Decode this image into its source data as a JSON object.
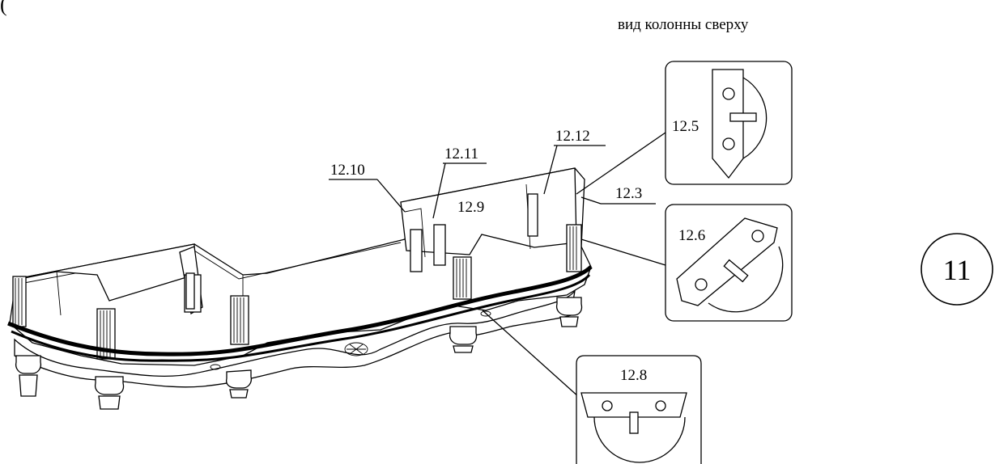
{
  "diagram": {
    "paren": "(",
    "view_caption": "вид колонны сверху",
    "step_number": "11",
    "callouts": {
      "c1210": "12.10",
      "c1211": "12.11",
      "c1212": "12.12",
      "c129": "12.9",
      "c123": "12.3"
    },
    "details": {
      "d125": "12.5",
      "d126": "12.6",
      "d128": "12.8"
    }
  }
}
